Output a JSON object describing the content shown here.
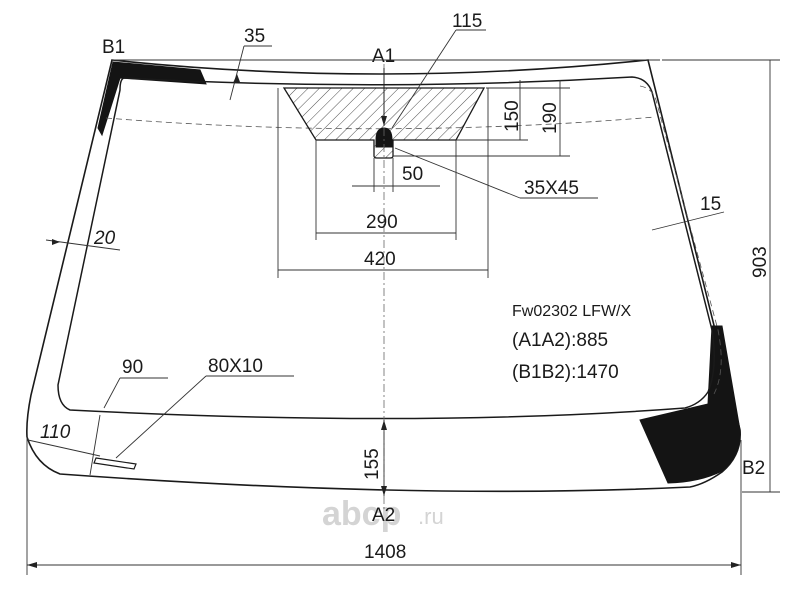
{
  "points": {
    "a1": "A1",
    "a2": "A2",
    "b1": "B1",
    "b2": "B2"
  },
  "dimensions": {
    "top_width": "115",
    "border_top": "35",
    "sensor_height_150": "150",
    "sensor_height_190": "190",
    "cutout_50": "50",
    "cutout_35x45": "35X45",
    "width_290": "290",
    "width_420": "420",
    "border_side_right": "15",
    "border_side_left": "20",
    "overall_height": "903",
    "corner_90": "90",
    "label_80x10": "80X10",
    "corner_110": "110",
    "bottom_155": "155",
    "overall_width": "1408"
  },
  "info": {
    "code": "Fw02302 LFW/X",
    "a1a2": "(A1A2):885",
    "b1b2": "(B1B2):1470"
  },
  "watermark": {
    "brand": "abcp",
    "tld": ".ru"
  }
}
